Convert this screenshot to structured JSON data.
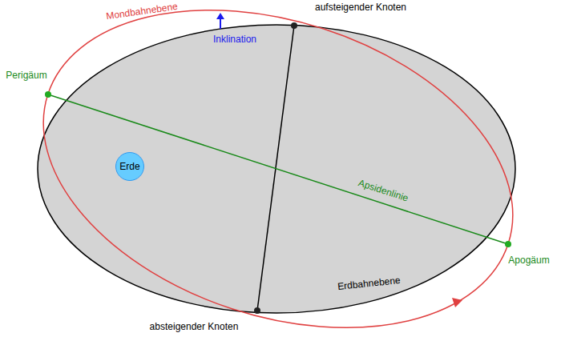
{
  "diagram": {
    "nodes": [
      {
        "text": [
          "Erde"
        ]
      }
    ],
    "labels": [
      "Mondbahnebene",
      "aufsteigender Knoten",
      "Inklination",
      "Perigäum",
      "Apsidenlinie",
      "Apogäum",
      "Erdbahnebene",
      "absteigender Knoten"
    ]
  }
}
